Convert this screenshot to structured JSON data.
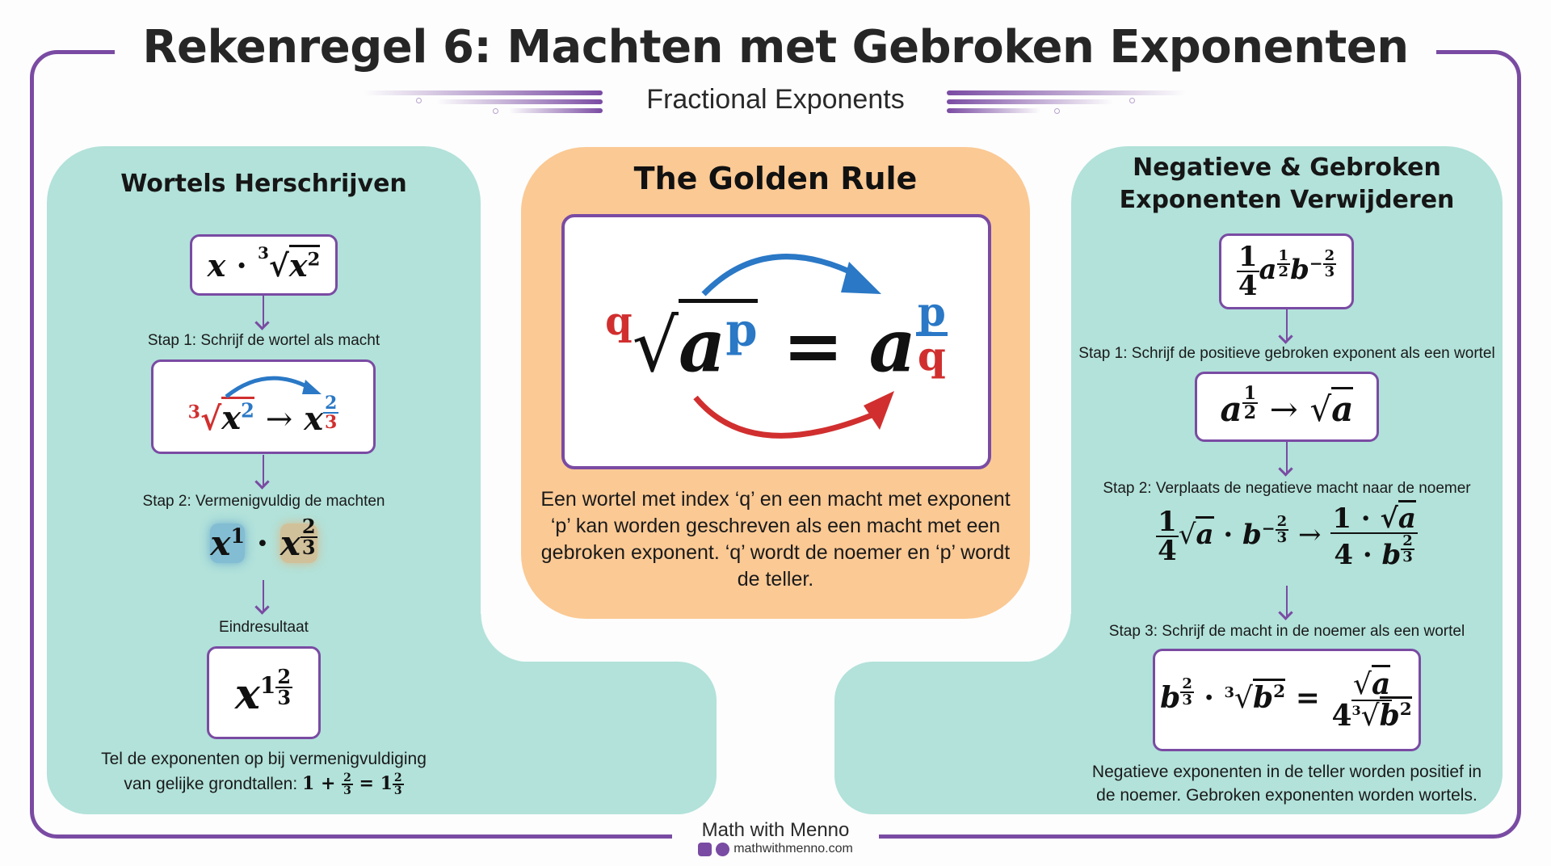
{
  "header": {
    "title": "Rekenregel 6: Machten met Gebroken Exponenten",
    "subtitle": "Fractional Exponents"
  },
  "colors": {
    "frame": "#7a4ba3",
    "teal_panel": "#b2e2da",
    "orange_panel": "#fbc994",
    "red": "#d12f2f",
    "blue": "#2a78c6"
  },
  "left_panel": {
    "title": "Wortels Herschrijven",
    "start_expression": "x · ∛(x²)",
    "step1_label": "Stap 1: Schrijf de wortel als macht",
    "step1_expression": "∛(x²) → x^(2/3)",
    "step2_label": "Stap 2: Vermenigvuldig de machten",
    "step2_expression": "x¹ · x^(2/3)",
    "result_label": "Eindresultaat",
    "result_expression": "x^(1 2/3)",
    "note_line1": "Tel de exponenten op bij vermenigvuldiging",
    "note_line2": "van gelijke grondtallen:",
    "note_math": "1 + 2/3 = 1 2/3"
  },
  "center_panel": {
    "title": "The Golden Rule",
    "formula": "q√(a^p) = a^(p/q)",
    "description": "Een wortel met index ‘q’ en een macht met exponent ‘p’ kan worden geschreven als een macht met een gebroken exponent. ‘q’ wordt de noemer en ‘p’ wordt de teller."
  },
  "right_panel": {
    "title_line1": "Negatieve & Gebroken",
    "title_line2": "Exponenten Verwijderen",
    "start_expression": "1/4 · a^(1/2) · b^(-2/3)",
    "step1_label": "Stap 1: Schrijf de positieve gebroken exponent als een wortel",
    "step1_expression": "a^(1/2) → √a",
    "step2_label": "Stap 2: Verplaats de negatieve macht naar de noemer",
    "step2_expression": "1/4 √a · b^(-2/3) → (1 · √a)/(4 · b^(2/3))",
    "step3_label": "Stap 3: Schrijf de macht in de noemer als een wortel",
    "step3_expression": "b^(2/3) · ∛(b²) = √a / (4∛(b²))",
    "note_line1": "Negatieve exponenten in de teller worden positief in",
    "note_line2": "de noemer. Gebroken exponenten worden wortels."
  },
  "footer": {
    "brand": "Math with Menno",
    "url": "mathwithmenno.com",
    "icons": [
      "chart-icon",
      "globe-icon"
    ]
  }
}
